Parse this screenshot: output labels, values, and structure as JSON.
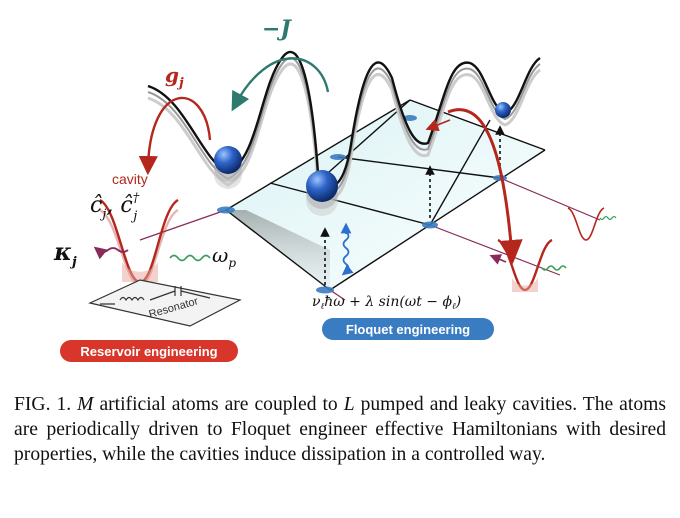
{
  "figure": {
    "labels": {
      "minus_j": "−J",
      "g_j": "g",
      "g_j_sub": "j",
      "cavity": "cavity",
      "c_ops": "ĉ",
      "c_ops_sub_1": "j",
      "c_ops_comma": ", ",
      "c_ops_dagger": "ĉ",
      "c_ops_dagger_sup": "†",
      "c_ops_sub_2": "j",
      "kappa": "κ",
      "kappa_sub": "j",
      "omega_p": "ω",
      "omega_p_sub": "p",
      "resonator": "Resonator",
      "drive_formula": "ν",
      "drive_formula_sub": "ℓ",
      "drive_formula_rest": "ħω + λ sin(ωt − ϕ",
      "drive_formula_sub2": "ℓ",
      "drive_formula_end": ")"
    },
    "badges": {
      "reservoir": "Reservoir engineering",
      "floquet": "Floquet engineering"
    },
    "colors": {
      "red": "#b5261c",
      "teal": "#2f7a6e",
      "blue_ball": "#1f4ea8",
      "green_wave": "#3aa15c",
      "blue_wave": "#2f6fd0",
      "reservoir_badge": "#d8362b",
      "floquet_badge": "#3a7cc1"
    }
  },
  "caption": {
    "fig_label": "FIG. 1.",
    "text_1": " ",
    "m": "M",
    "text_2": " artificial atoms are coupled to ",
    "l": "L",
    "text_3": " pumped and leaky cavities. The atoms are periodically driven to Floquet engineer effective Hamiltonians with desired properties, while the cavities induce dissipation in a controlled way."
  }
}
